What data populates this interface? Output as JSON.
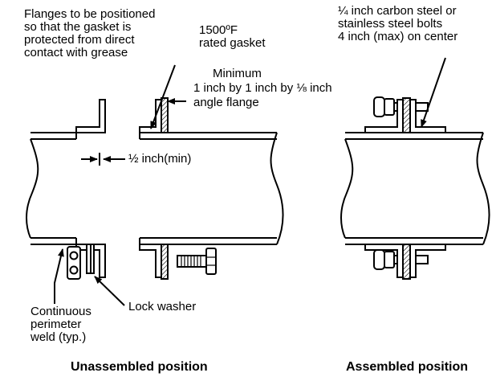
{
  "labels": {
    "flange_note": [
      "Flanges to be positioned",
      "so that the gasket is",
      "protected from direct",
      "contact with grease"
    ],
    "gasket_rating": [
      "1500ºF",
      "rated gasket"
    ],
    "minimum": "Minimum",
    "angle_size": "1 inch by 1 inch by ⅛ inch",
    "angle_flange": "angle flange",
    "gap": "½ inch(min)",
    "bolt_spec": [
      "¼ inch carbon steel or",
      "stainless steel bolts",
      "4 inch (max) on center"
    ],
    "weld": [
      "Continuous",
      "perimeter",
      "weld (typ.)"
    ],
    "lock_washer": "Lock washer"
  },
  "captions": {
    "unassembled": "Unassembled position",
    "assembled": "Assembled position"
  },
  "colors": {
    "line": "#000000",
    "background": "#ffffff"
  }
}
